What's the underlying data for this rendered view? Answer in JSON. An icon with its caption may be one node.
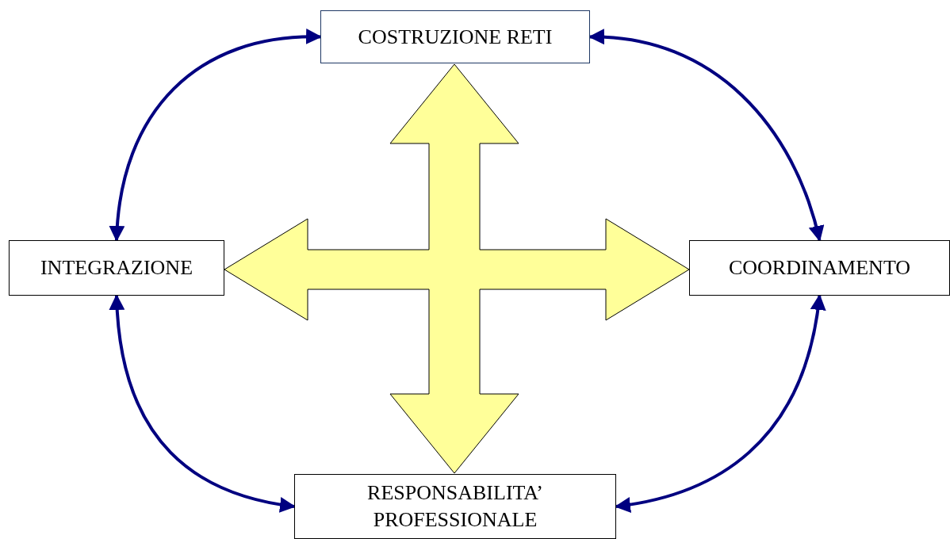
{
  "diagram": {
    "nodes": [
      {
        "text": [
          "COSTRUZIONE RETI"
        ]
      },
      {
        "text": [
          "INTEGRAZIONE"
        ]
      },
      {
        "text": [
          "COORDINAMENTO"
        ]
      },
      {
        "text": [
          "RESPONSABILITA’ PROFESSIONALE"
        ]
      }
    ],
    "edges": [
      {
        "from": 0,
        "to": 1,
        "arrow": "both"
      },
      {
        "from": 0,
        "to": 2,
        "arrow": "both"
      },
      {
        "from": 1,
        "to": 3,
        "arrow": "both"
      },
      {
        "from": 2,
        "to": 3,
        "arrow": "both"
      },
      {
        "from": 1,
        "to": 2,
        "arrow": "both",
        "style": "thick",
        "color": "#ffff99"
      },
      {
        "from": 0,
        "to": 3,
        "arrow": "both",
        "style": "thick",
        "color": "#ffff99"
      }
    ]
  }
}
